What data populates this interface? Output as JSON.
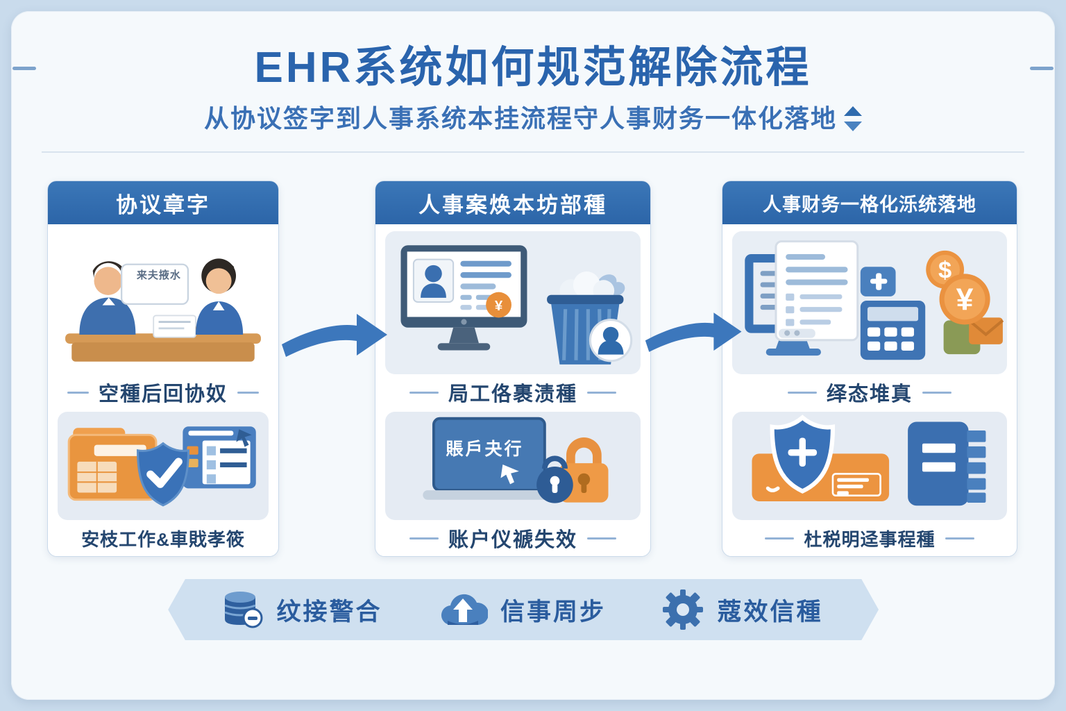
{
  "header": {
    "title": "EHR系统如何规范解除流程",
    "subtitle": "从协议签字到人事系统本挂流程守人事财务一体化落地"
  },
  "panels": [
    {
      "id": "agreement-signing",
      "header": "协议章字",
      "sign_text": "来夫掖水",
      "caption_top": "空種后回协奴",
      "caption_bottom": "安枝工作&車戝孝筱"
    },
    {
      "id": "hr-system-processing",
      "header": "人事案焕本坊部種",
      "screen_text": "賬戶夬行",
      "badge_glyph": "¥",
      "caption_top": "局工佫裹渍種",
      "caption_bottom": "账户仪禠失效"
    },
    {
      "id": "hr-finance-integration",
      "header": "人事财务一格化泺统落地",
      "coin_dollar": "$",
      "coin_yuan": "¥",
      "caption_top": "绎态堆真",
      "caption_bottom": "杜税明迳事程種"
    }
  ],
  "banner": {
    "items": [
      {
        "icon": "database-minus-icon",
        "label": "纹接警合"
      },
      {
        "icon": "cloud-upload-icon",
        "label": "信事周步"
      },
      {
        "icon": "gear-icon",
        "label": "蔻效信種"
      }
    ]
  },
  "colors": {
    "accent_blue": "#2e6bae",
    "title_blue": "#2a64ad",
    "caption_navy": "#24466f",
    "orange": "#e8913c",
    "background": "#c9dbec",
    "card": "#f5f9fc",
    "ribbon": "#cfe0f0"
  }
}
